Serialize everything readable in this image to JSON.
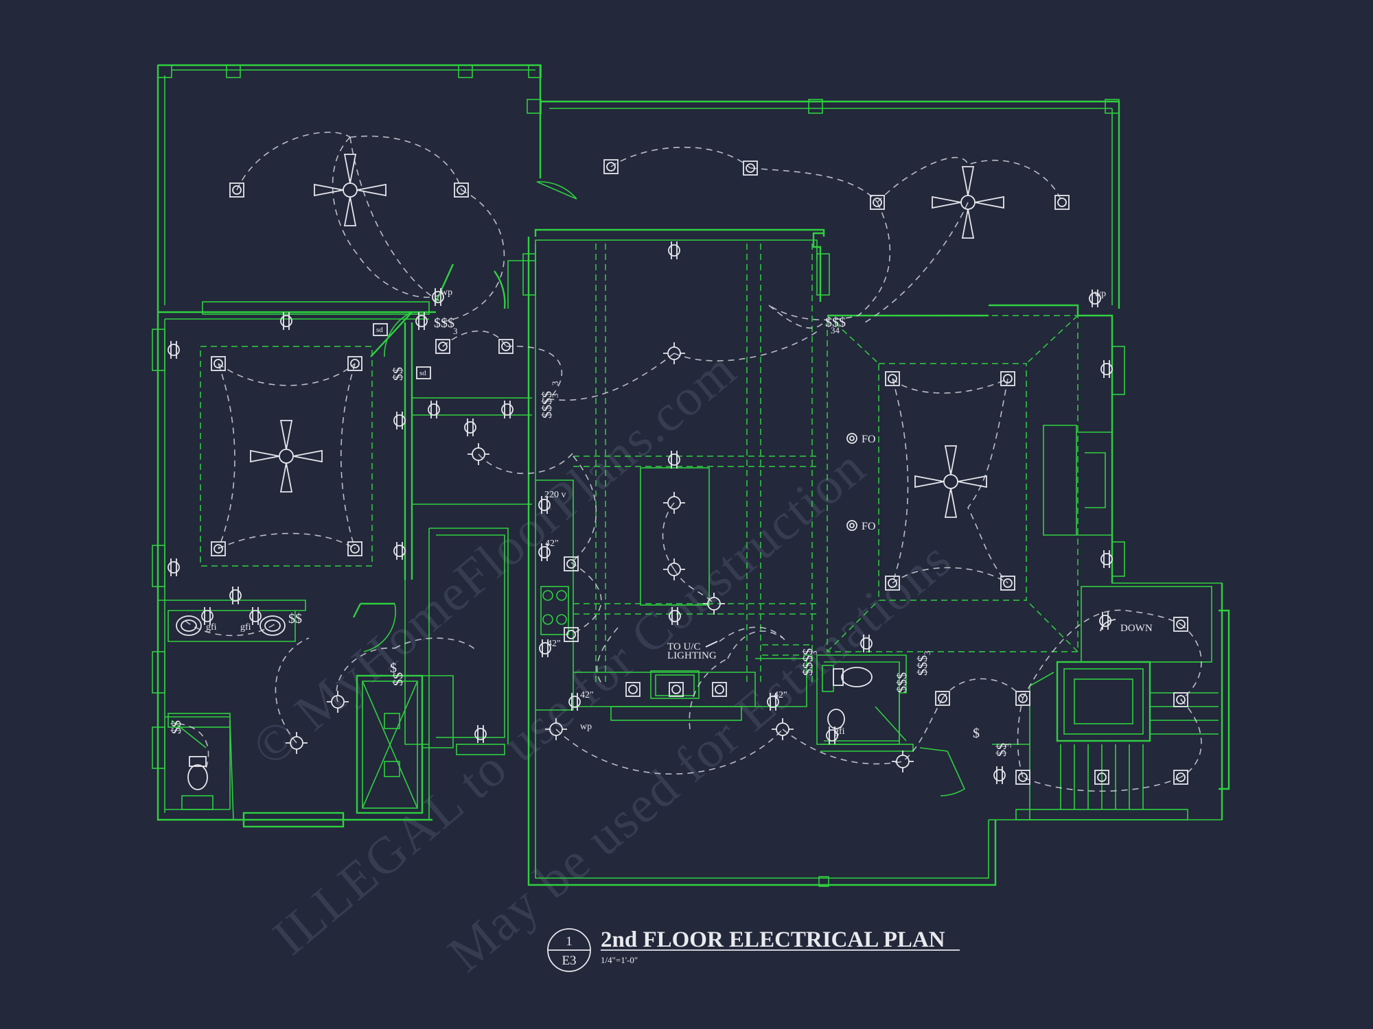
{
  "title_block": {
    "detail_number": "1",
    "sheet": "E3",
    "title": "2nd FLOOR ELECTRICAL PLAN",
    "scale": "1/4\"=1'-0\""
  },
  "watermark": {
    "line1": "© MyHomeFloorPlans.com",
    "line2": "ILLEGAL to use for Construction",
    "line3": "May be used for Estimations"
  },
  "labels": {
    "wp": "wp",
    "sd": "sd",
    "gfi": "gfi",
    "fo": "FO",
    "v220": "220 v",
    "h42": "42\"",
    "down": "DOWN",
    "uc_line1": "TO U/C",
    "uc_line2": "LIGHTING",
    "sw1": "$",
    "sw2": "$$",
    "sw3": "$$$",
    "sw4": "$$$$",
    "sw3way": "3",
    "sw4way": "34"
  },
  "colors": {
    "background": "#23283b",
    "walls": "#2fd13f",
    "fixtures": "#e7e8ec"
  }
}
